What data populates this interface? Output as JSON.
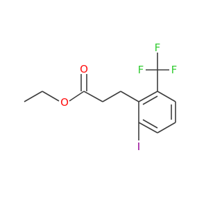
{
  "molecule": {
    "atoms": {
      "O_carbonyl": "O",
      "O_ester": "O",
      "F_top": "F",
      "F_left": "F",
      "F_right": "F",
      "I": "I"
    },
    "colors": {
      "bond": "#3d3d3d",
      "oxygen": "#ff0d0d",
      "fluorine": "#33cc33",
      "iodine": "#940094"
    }
  }
}
